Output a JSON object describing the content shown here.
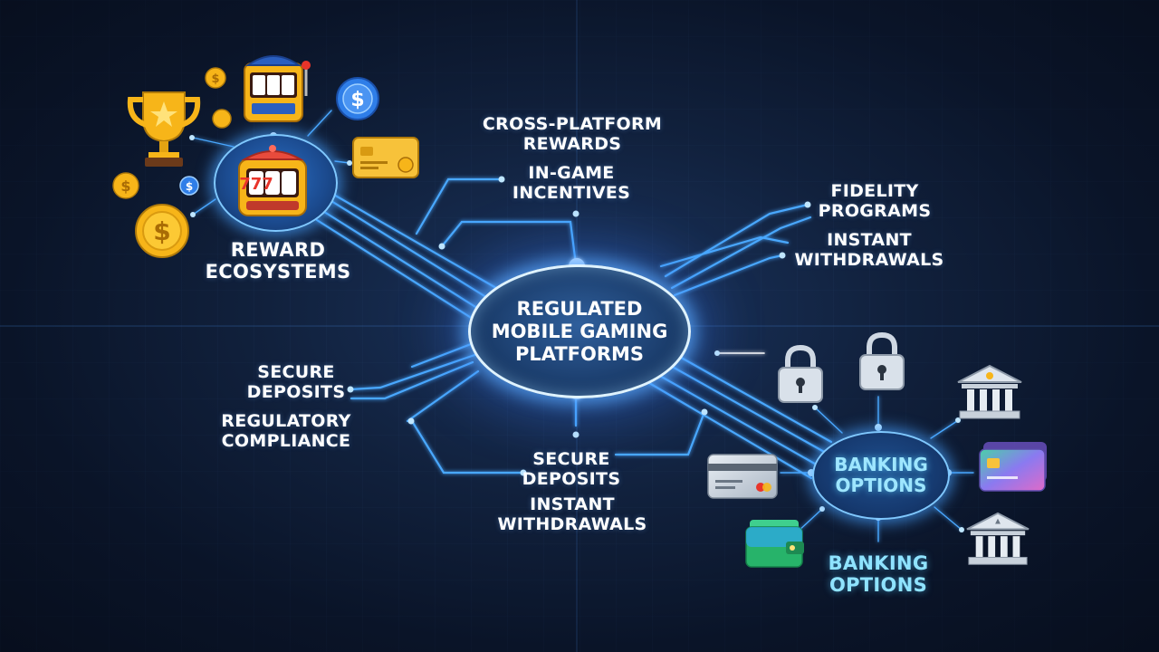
{
  "hub": {
    "lines": [
      "REGULATED",
      "MOBILE GAMING",
      "PLATFORMS"
    ]
  },
  "labels": {
    "cross_platform": [
      "CROSS-PLATFORM",
      "REWARDS"
    ],
    "in_game": [
      "IN-GAME",
      "INCENTIVES"
    ],
    "fidelity": [
      "FIDELITY",
      "PROGRAMS"
    ],
    "instant_right": [
      "INSTANT",
      "WITHDRAWALS"
    ],
    "reward_ecosystems": [
      "REWARD",
      "ECOSYSTEMS"
    ],
    "secure_left": [
      "SECURE",
      "DEPOSITS"
    ],
    "regulatory": [
      "REGULATORY",
      "COMPLIANCE"
    ],
    "secure_bottom": [
      "SECURE",
      "DEPOSITS"
    ],
    "instant_bottom": [
      "INSTANT",
      "WITHDRAWALS"
    ],
    "banking_node": [
      "BANKING",
      "OPTIONS"
    ],
    "banking_bottom": [
      "BANKING",
      "OPTIONS"
    ]
  },
  "icons": {
    "slot_text": "777",
    "coin_symbol": "$",
    "trophy": "trophy-icon",
    "slot_machine": "slot-machine-icon",
    "coin": "dollar-coin-icon",
    "card": "credit-card-icon",
    "lock": "padlock-icon",
    "bank": "bank-icon",
    "wallet": "wallet-icon"
  },
  "colors": {
    "wire": "#4aa8ff",
    "glow": "#7fd0ff",
    "gold": "#f7b519",
    "cyan_text": "#8fe3ff"
  }
}
